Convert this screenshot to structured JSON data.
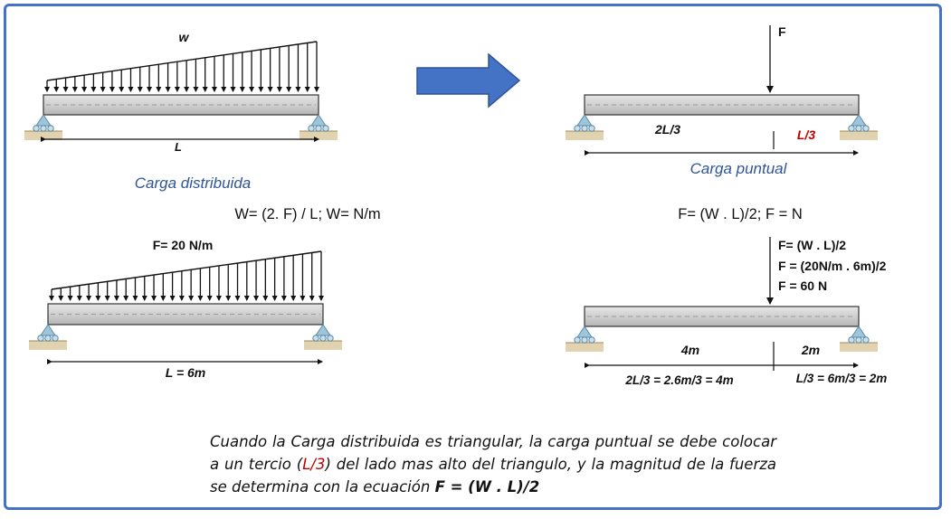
{
  "colors": {
    "frame": "#4472c4",
    "arrow_fill": "#4472c4",
    "beam": "#d0d0d0",
    "title_blue": "#2f5597",
    "highlight_red": "#c00000",
    "ground": "#e2d3b0",
    "support": "#9ec5da"
  },
  "top_left": {
    "load_label": "w",
    "span_label": "L",
    "title": "Carga distribuida",
    "formula": "W= (2. F) / L;  W= N/m"
  },
  "bottom_left": {
    "load_label": "F= 20 N/m",
    "span_label": "L = 6m"
  },
  "top_right": {
    "force_label": "F",
    "left_segment": "2L/3",
    "right_segment": "L/3",
    "title": "Carga puntual",
    "formula": "F= (W . L)/2;  F = N"
  },
  "bottom_right": {
    "calc_lines": [
      "F= (W . L)/2",
      "F = (20N/m . 6m)/2",
      "F = 60 N"
    ],
    "left_segment": "4m",
    "right_segment": "2m",
    "left_eq": "2L/3 = 2.6m/3 = 4m",
    "right_eq": "L/3 = 6m/3 = 2m"
  },
  "note": {
    "part1": "Cuando la Carga distribuida es triangular, la carga puntual se debe colocar a un tercio (",
    "highlight": "L/3",
    "part2": ") del lado mas alto del triangulo, y la magnitud de la fuerza se determina con la ecuación ",
    "equation": "F = (W . L)/2"
  }
}
